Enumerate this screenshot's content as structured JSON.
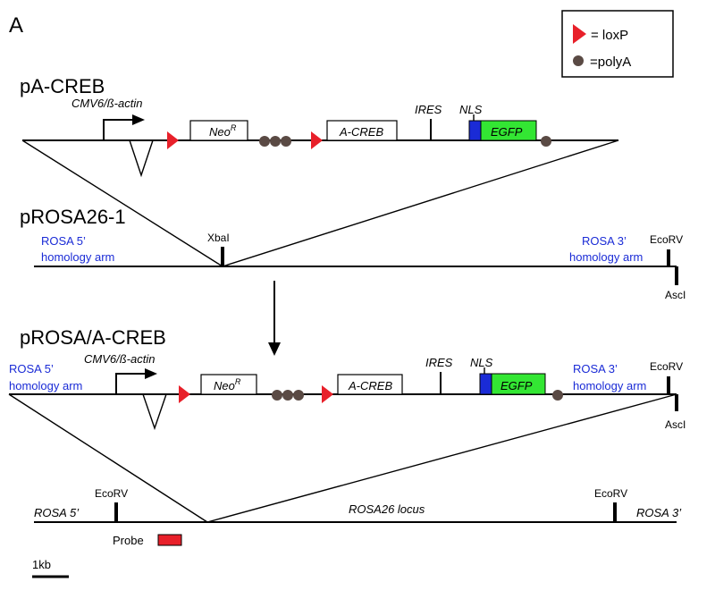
{
  "panel_label": "A",
  "legend": {
    "loxp_label": "= loxP",
    "polya_label": "=polyA",
    "loxp_color": "#e8202a",
    "polya_color": "#5a4a44"
  },
  "constructs": {
    "pa_creb": {
      "name": "pA-CREB",
      "promoter": "CMV6/ß-actin",
      "neo_label": "Neo",
      "neo_sup": "R",
      "acreb_label": "A-CREB",
      "ires_label": "IRES",
      "nls_label": "NLS",
      "egfp_label": "EGFP"
    },
    "prosa26_1": {
      "name": "pROSA26-1",
      "arm5_line1": "ROSA 5’",
      "arm5_line2": "homology arm",
      "arm3_line1": "ROSA 3’",
      "arm3_line2": "homology arm",
      "xbai": "XbaI",
      "ecorv": "EcoRV",
      "asci": "AscI"
    },
    "prosa_acreb": {
      "name": "pROSA/A-CREB",
      "arm5_line1": "ROSA 5’",
      "arm5_line2": "homology arm",
      "arm3_line1": "ROSA 3’",
      "arm3_line2": "homology arm",
      "promoter": "CMV6/ß-actin",
      "neo_label": "Neo",
      "neo_sup": "R",
      "acreb_label": "A-CREB",
      "ires_label": "IRES",
      "nls_label": "NLS",
      "egfp_label": "EGFP",
      "ecorv": "EcoRV",
      "asci": "AscI"
    },
    "locus": {
      "left_label": "ROSA 5’",
      "center_label": "ROSA26 locus",
      "right_label": "ROSA 3’",
      "ecorv_left": "EcoRV",
      "ecorv_right": "EcoRV",
      "probe_label": "Probe"
    }
  },
  "scale_bar_label": "1kb",
  "colors": {
    "nls": "#1a2bd6",
    "egfp": "#33e633",
    "probe": "#e8202a",
    "arm_text": "#1a2bd6"
  }
}
